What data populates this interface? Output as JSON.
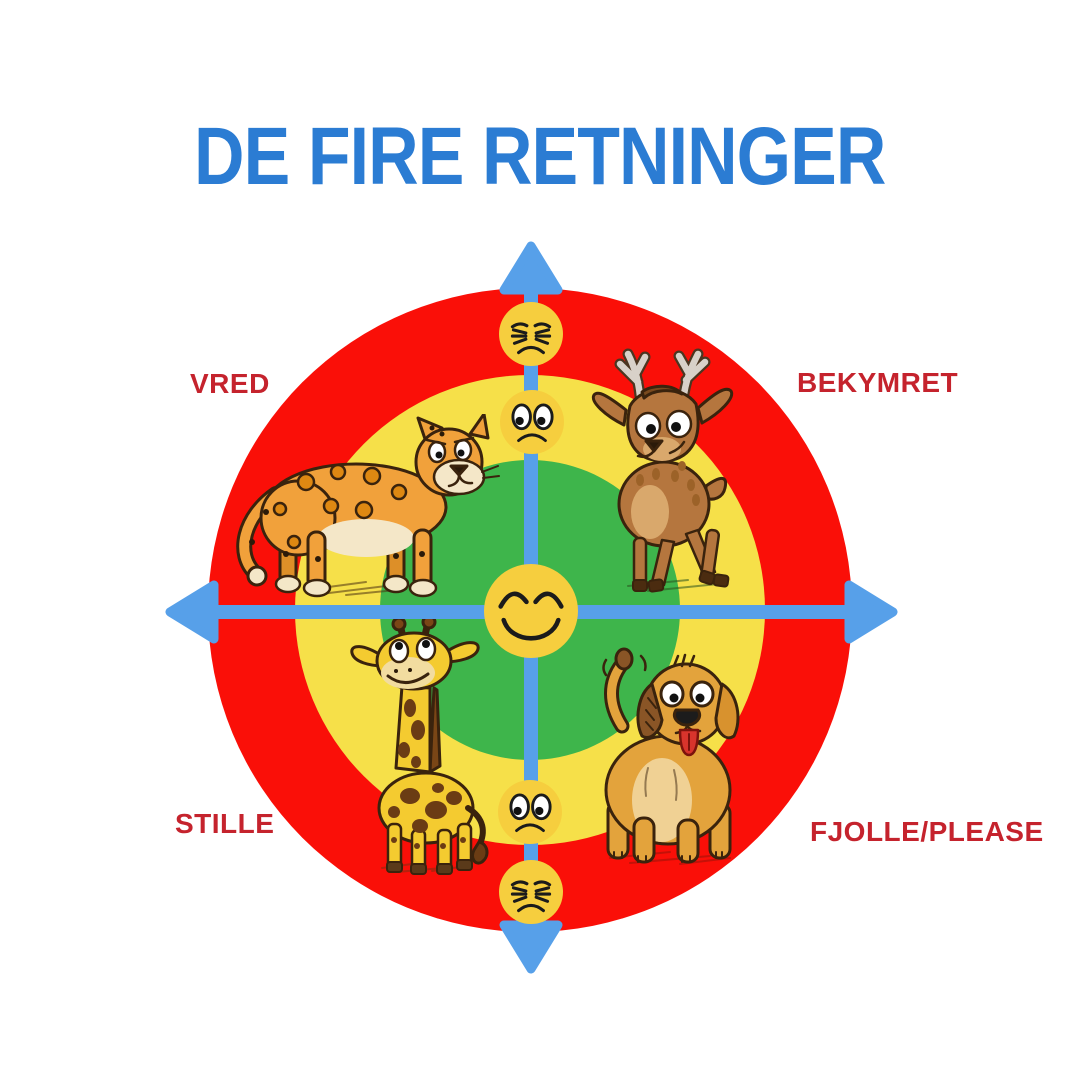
{
  "title": {
    "text": "DE FIRE RETNINGER"
  },
  "labels": {
    "top_left": "VRED",
    "top_right": "BEKYMRET",
    "bottom_left": "STILLE",
    "bottom_right": "FJOLLE/PLEASE"
  },
  "diagram": {
    "type": "target-with-axes",
    "rings": [
      {
        "name": "outer",
        "color": "#fa0f08"
      },
      {
        "name": "middle",
        "color": "#f6e049"
      },
      {
        "name": "inner",
        "color": "#3eb54b"
      }
    ],
    "axis_color": "#57a0e9",
    "arrow_directions": [
      "up",
      "down",
      "left",
      "right"
    ],
    "faces": [
      {
        "name": "face-top-distressed",
        "expression": "scrunched-distressed",
        "position": "top-of-vertical-axis"
      },
      {
        "name": "face-upper-worried",
        "expression": "worried",
        "position": "upper-vertical-axis"
      },
      {
        "name": "face-center-happy",
        "expression": "calm-smiling",
        "position": "center"
      },
      {
        "name": "face-lower-worried",
        "expression": "worried",
        "position": "lower-vertical-axis"
      },
      {
        "name": "face-bottom-distressed",
        "expression": "scrunched-distressed",
        "position": "bottom-of-vertical-axis"
      }
    ],
    "animals": [
      {
        "name": "leopard",
        "quadrant": "top-left"
      },
      {
        "name": "deer",
        "quadrant": "top-right"
      },
      {
        "name": "giraffe",
        "quadrant": "bottom-left"
      },
      {
        "name": "dog",
        "quadrant": "bottom-right"
      }
    ],
    "colors": {
      "title_blue": "#2b7cd3",
      "label_red": "#c5232d",
      "face_yellow": "#f6ce3e",
      "outline_brown": "#3a230d"
    }
  }
}
